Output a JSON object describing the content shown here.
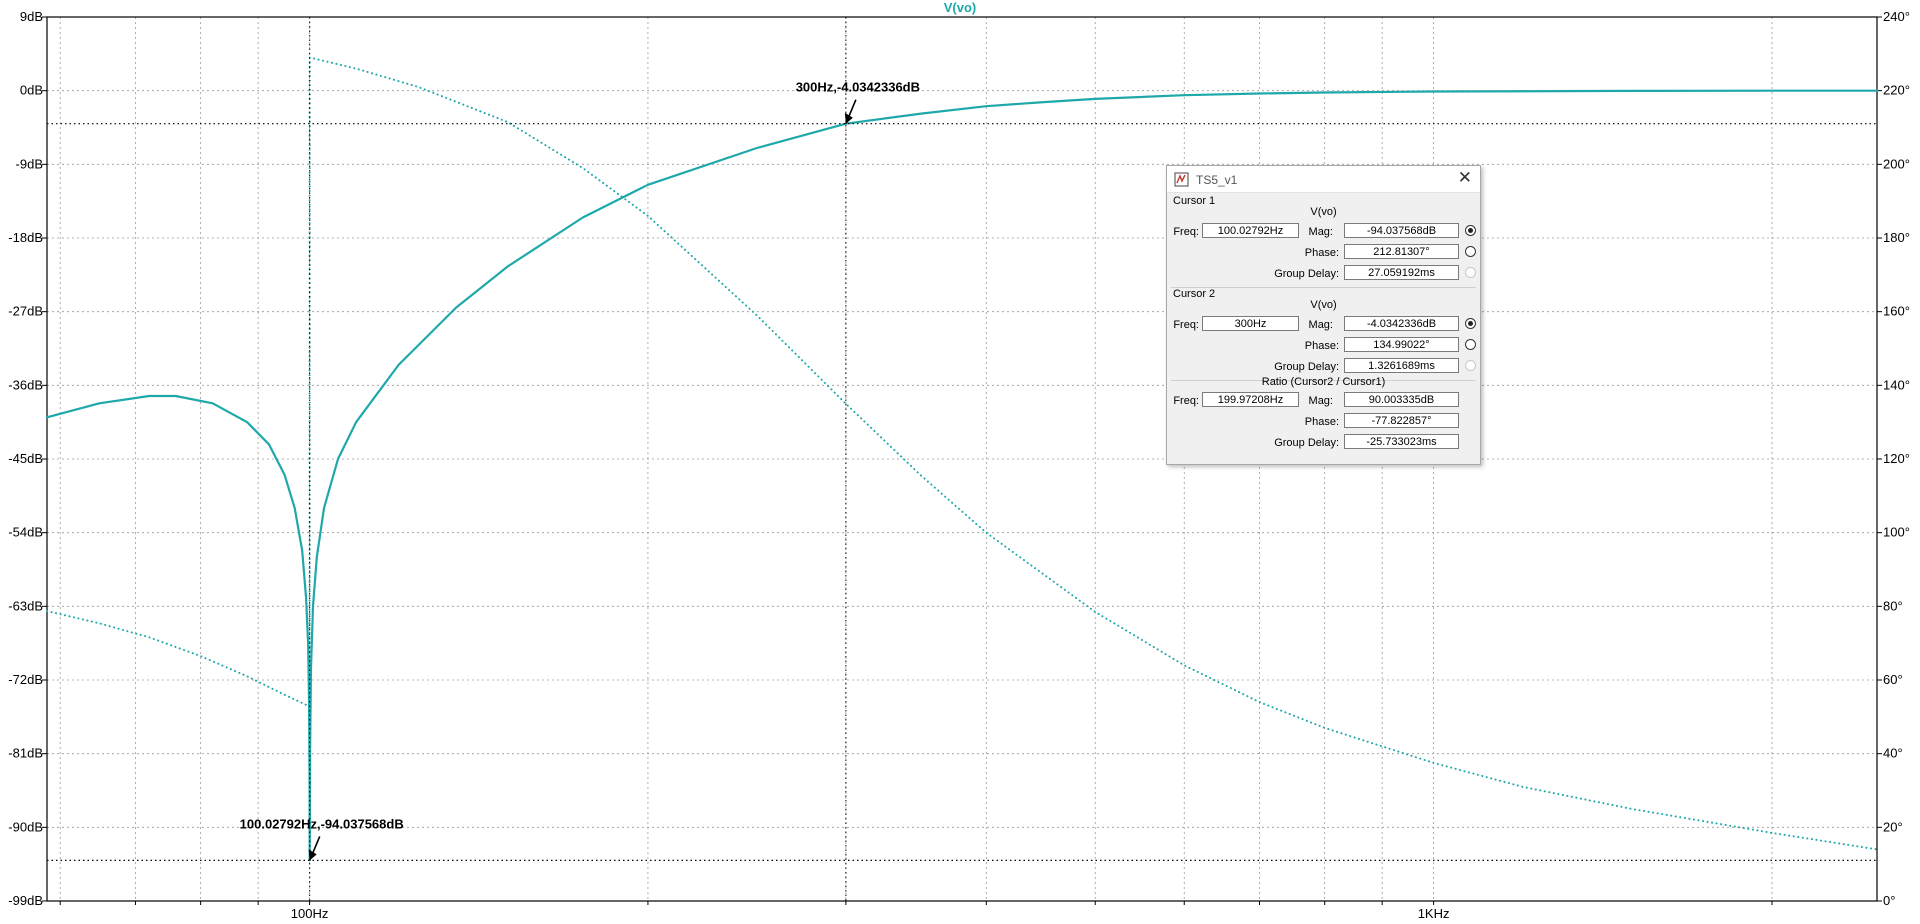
{
  "chart_data": {
    "type": "line",
    "title": "V(vo)",
    "x_scale": "log",
    "xlim": [
      58.4,
      2480
    ],
    "x_ticks": [
      {
        "value": 100,
        "label": "100Hz"
      },
      {
        "value": 1000,
        "label": "1KHz"
      }
    ],
    "y_left": {
      "unit": "dB",
      "ylim": [
        -99,
        9
      ],
      "ticks": [
        9,
        0,
        -9,
        -18,
        -27,
        -36,
        -45,
        -54,
        -63,
        -72,
        -81,
        -90,
        -99
      ],
      "tick_labels": [
        "9dB",
        "0dB",
        "-9dB",
        "-18dB",
        "-27dB",
        "-36dB",
        "-45dB",
        "-54dB",
        "-63dB",
        "-72dB",
        "-81dB",
        "-90dB",
        "-99dB"
      ]
    },
    "y_right": {
      "unit": "deg",
      "ylim": [
        0,
        240
      ],
      "ticks": [
        240,
        220,
        200,
        180,
        160,
        140,
        120,
        100,
        80,
        60,
        40,
        20,
        0
      ],
      "tick_labels": [
        "240°",
        "220°",
        "200°",
        "180°",
        "160°",
        "140°",
        "120°",
        "100°",
        "80°",
        "60°",
        "40°",
        "20°",
        "0°"
      ]
    },
    "grid": true,
    "series": [
      {
        "name": "V(vo)",
        "quantity": "magnitude",
        "axis": "left",
        "color": "#1fa8aa",
        "style": "solid",
        "x": [
          58.4,
          65,
          72,
          76,
          82,
          88,
          92,
          95,
          97,
          98.5,
          99.3,
          99.7,
          99.9,
          100,
          100.03,
          100.1,
          100.3,
          100.7,
          101.5,
          103,
          106,
          110,
          120,
          135,
          150,
          175,
          200,
          250,
          300,
          350,
          400,
          450,
          500,
          600,
          700,
          800,
          1000,
          1500,
          2000,
          2480
        ],
        "y": [
          -39.9,
          -38.2,
          -37.3,
          -37.3,
          -38.2,
          -40.5,
          -43.2,
          -46.9,
          -51.0,
          -56.2,
          -62.0,
          -67.5,
          -75.0,
          -85.0,
          -94.0,
          -80.5,
          -70.5,
          -63.0,
          -57.0,
          -51.0,
          -45.0,
          -40.5,
          -33.5,
          -26.5,
          -21.5,
          -15.5,
          -11.5,
          -7.0,
          -4.03,
          -2.8,
          -1.9,
          -1.4,
          -1.0,
          -0.55,
          -0.35,
          -0.22,
          -0.1,
          -0.03,
          -0.01,
          0.0
        ]
      },
      {
        "name": "V(vo)",
        "quantity": "phase",
        "axis": "right",
        "color": "#1fa8aa",
        "style": "dotted",
        "x": [
          58.4,
          65,
          72,
          80,
          88,
          95,
          100,
          100.03,
          110,
          125,
          150,
          175,
          200,
          250,
          300,
          350,
          400,
          500,
          600,
          700,
          800,
          1000,
          1200,
          1500,
          2000,
          2480
        ],
        "y": [
          78.7,
          75.4,
          71.6,
          66.5,
          61.0,
          56.0,
          52.8,
          229.0,
          226.0,
          221.0,
          211.5,
          199.0,
          186.0,
          159.0,
          135.0,
          115.5,
          100.0,
          78.5,
          64.0,
          54.0,
          47.0,
          37.5,
          31.0,
          25.0,
          18.5,
          14.0
        ]
      }
    ],
    "cursors": [
      {
        "label": "100.02792Hz,-94.037568dB",
        "x": 100.02792,
        "y": -94.037568
      },
      {
        "label": "300Hz,-4.0342336dB",
        "x": 300,
        "y": -4.0342336
      }
    ]
  },
  "cursor_window": {
    "title": "TS5_v1",
    "close_glyph": "✕",
    "cursor1": {
      "group": "Cursor 1",
      "trace": "V(vo)",
      "freq_label": "Freq:",
      "freq": "100.02792Hz",
      "mag_label": "Mag:",
      "mag": "-94.037568dB",
      "phase_label": "Phase:",
      "phase": "212.81307°",
      "gd_label": "Group Delay:",
      "gd": "27.059192ms"
    },
    "cursor2": {
      "group": "Cursor 2",
      "trace": "V(vo)",
      "freq_label": "Freq:",
      "freq": "300Hz",
      "mag_label": "Mag:",
      "mag": "-4.0342336dB",
      "phase_label": "Phase:",
      "phase": "134.99022°",
      "gd_label": "Group Delay:",
      "gd": "1.3261689ms"
    },
    "ratio": {
      "group": "Ratio (Cursor2 / Cursor1)",
      "freq_label": "Freq:",
      "freq": "199.97208Hz",
      "mag_label": "Mag:",
      "mag": "90.003335dB",
      "phase_label": "Phase:",
      "phase": "-77.822857°",
      "gd_label": "Group Delay:",
      "gd": "-25.733023ms"
    }
  }
}
